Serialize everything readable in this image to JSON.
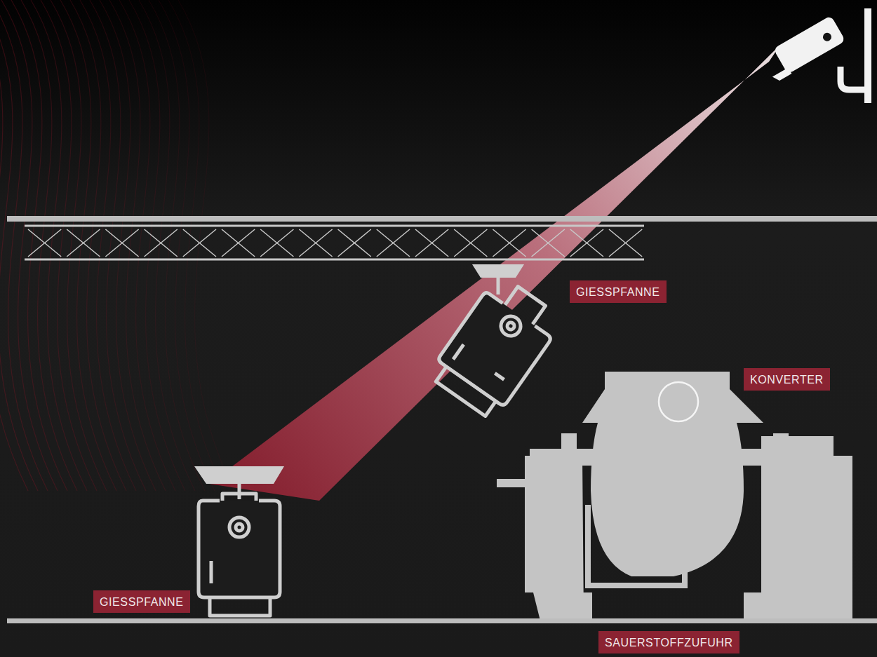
{
  "diagram": {
    "nodes": [
      {
        "text": [
          "GIESSPFANNE"
        ]
      },
      {
        "text": [
          "KONVERTER"
        ]
      },
      {
        "text": [
          "GIESSPFANNE"
        ]
      },
      {
        "text": [
          "SAUERSTOFFZUFUHR"
        ]
      }
    ]
  }
}
